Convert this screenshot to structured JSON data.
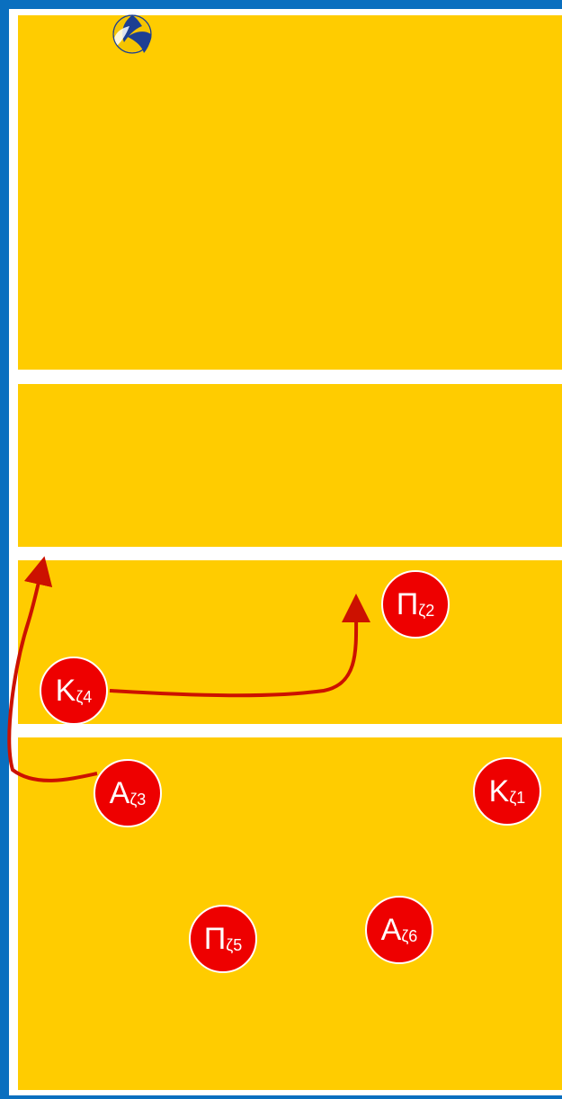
{
  "players": [
    {
      "id": "k4",
      "role": "Κ",
      "zone": "ζ4"
    },
    {
      "id": "p2",
      "role": "Π",
      "zone": "ζ2"
    },
    {
      "id": "a3",
      "role": "Α",
      "zone": "ζ3"
    },
    {
      "id": "k1",
      "role": "Κ",
      "zone": "ζ1"
    },
    {
      "id": "p5",
      "role": "Π",
      "zone": "ζ5"
    },
    {
      "id": "a6",
      "role": "Α",
      "zone": "ζ6"
    }
  ],
  "colors": {
    "court": "#ffcc00",
    "border": "#0a6fbf",
    "lines": "#ffffff",
    "player": "#ee0000",
    "arrow": "#cc1100"
  },
  "icons": {
    "ball": "volleyball-icon"
  }
}
